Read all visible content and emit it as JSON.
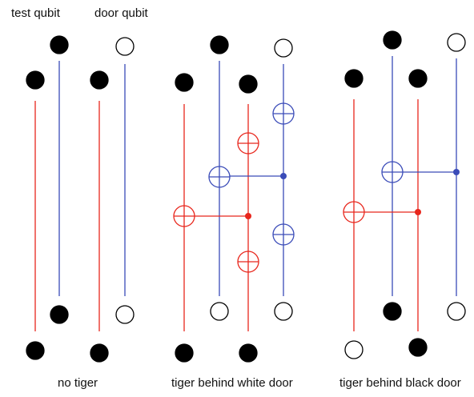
{
  "labels": {
    "test_qubit": "test qubit",
    "door_qubit": "door qubit"
  },
  "colors": {
    "red": "#e8261c",
    "blue": "#3a4bb8",
    "black": "#000000",
    "white": "#ffffff"
  },
  "panels": [
    {
      "caption": "no tiger",
      "qubits": [
        {
          "role": "test",
          "color": "red",
          "input": "black",
          "output": "black"
        },
        {
          "role": "test",
          "color": "blue",
          "input": "black",
          "output": "black"
        },
        {
          "role": "door",
          "color": "red",
          "input": "black",
          "output": "black"
        },
        {
          "role": "door",
          "color": "blue",
          "input": "white",
          "output": "white"
        }
      ],
      "gates": []
    },
    {
      "caption": "tiger behind white door",
      "qubits": [
        {
          "role": "test",
          "color": "red",
          "input": "black",
          "output": "black"
        },
        {
          "role": "test",
          "color": "blue",
          "input": "black",
          "output": "white"
        },
        {
          "role": "door",
          "color": "red",
          "input": "black",
          "output": "black"
        },
        {
          "role": "door",
          "color": "blue",
          "input": "white",
          "output": "white"
        }
      ],
      "gates": [
        "blue-not-on-door-blue",
        "red-not-on-door-red",
        "blue-cnot-door-to-test",
        "red-cnot-door-to-test",
        "blue-not-on-door-blue",
        "red-not-on-door-red"
      ]
    },
    {
      "caption": "tiger behind black door",
      "qubits": [
        {
          "role": "test",
          "color": "red",
          "input": "black",
          "output": "white"
        },
        {
          "role": "test",
          "color": "blue",
          "input": "black",
          "output": "black"
        },
        {
          "role": "door",
          "color": "red",
          "input": "black",
          "output": "black"
        },
        {
          "role": "door",
          "color": "blue",
          "input": "white",
          "output": "white"
        }
      ],
      "gates": [
        "blue-cnot-door-to-test",
        "red-cnot-door-to-test"
      ]
    }
  ]
}
